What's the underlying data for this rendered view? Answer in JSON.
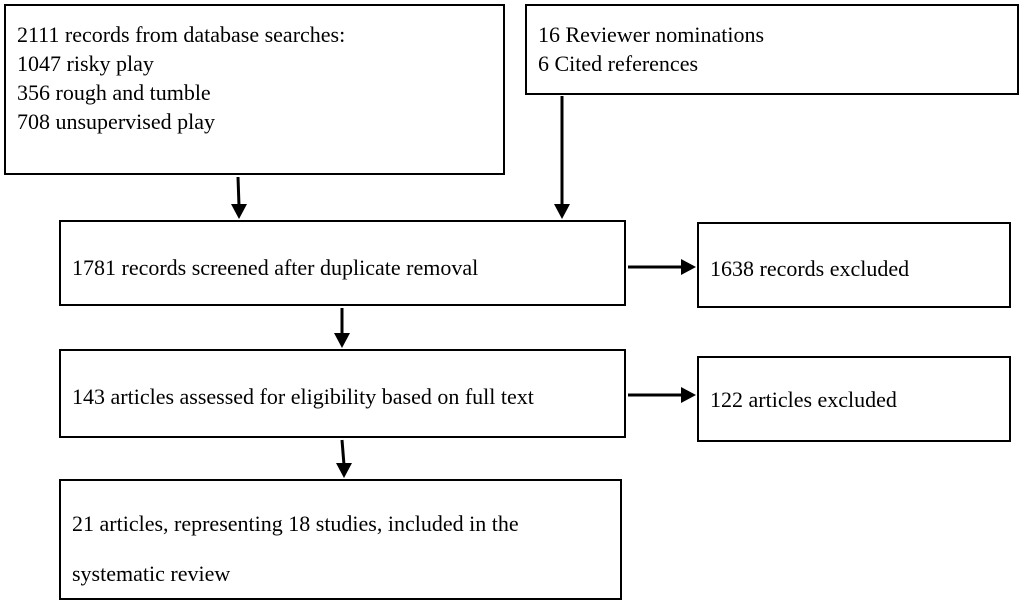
{
  "diagram": {
    "search_box": {
      "lines": [
        "2111 records from database searches:",
        "1047 risky play",
        "356 rough and tumble",
        "708 unsupervised play"
      ]
    },
    "other_sources_box": {
      "lines": [
        "16 Reviewer nominations",
        "6 Cited references"
      ]
    },
    "screened_box": {
      "text": "1781 records screened after duplicate removal"
    },
    "excluded_records_box": {
      "text": "1638 records excluded"
    },
    "eligibility_box": {
      "text": "143 articles assessed for eligibility based on full text"
    },
    "excluded_articles_box": {
      "text": "122 articles excluded"
    },
    "included_box": {
      "lines": [
        "21 articles, representing 18 studies, included in the",
        "systematic review"
      ]
    }
  }
}
